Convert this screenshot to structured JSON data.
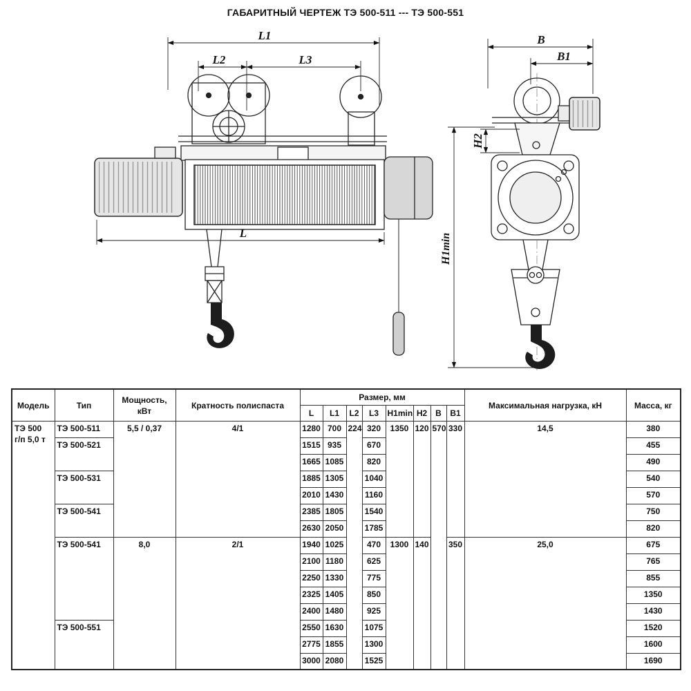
{
  "title": "ГАБАРИТНЫЙ ЧЕРТЕЖ ТЭ 500-511 --- ТЭ 500-551",
  "drawing": {
    "dim_labels": {
      "l1": "L1",
      "l2": "L2",
      "l3": "L3",
      "l": "L",
      "b": "B",
      "b1": "B1",
      "h2": "H2",
      "h1min": "H1min"
    }
  },
  "table": {
    "headers": {
      "model": "Модель",
      "type": "Тип",
      "power": "Мощность, кВт",
      "reeving": "Кратность полиспаста",
      "size": "Размер, мм",
      "max_load": "Максимальная нагрузка, кН",
      "mass": "Масса, кг"
    },
    "size_columns": [
      "L",
      "L1",
      "L2",
      "L3",
      "H1min",
      "H2",
      "B",
      "B1"
    ],
    "rows": [
      [
        {
          "v": "ТЭ 500\nг/п 5,0 т",
          "rs": 15,
          "cls": "left",
          "n": "model-cell"
        },
        {
          "v": "ТЭ 500-511",
          "cls": "left",
          "n": "type-cell"
        },
        {
          "v": "5,5 / 0,37",
          "rs": 7,
          "n": "power-cell"
        },
        {
          "v": "4/1",
          "rs": 7,
          "n": "reeving-cell"
        },
        {
          "v": "1280"
        },
        {
          "v": "700"
        },
        {
          "v": "224",
          "rs": 15
        },
        {
          "v": "320"
        },
        {
          "v": "1350",
          "rs": 7
        },
        {
          "v": "120",
          "rs": 7
        },
        {
          "v": "570",
          "rs": 15
        },
        {
          "v": "330",
          "rs": 7
        },
        {
          "v": "14,5",
          "rs": 7,
          "n": "max-load-cell"
        },
        {
          "v": "380",
          "n": "mass-cell"
        }
      ],
      [
        {
          "v": "ТЭ 500-521",
          "rs": 2,
          "cls": "left",
          "n": "type-cell"
        },
        {
          "v": "1515"
        },
        {
          "v": "935"
        },
        {
          "v": "670"
        },
        {
          "v": "455",
          "n": "mass-cell"
        }
      ],
      [
        {
          "v": "1665"
        },
        {
          "v": "1085"
        },
        {
          "v": "820"
        },
        {
          "v": "490",
          "n": "mass-cell"
        }
      ],
      [
        {
          "v": "ТЭ 500-531",
          "rs": 2,
          "cls": "left",
          "n": "type-cell"
        },
        {
          "v": "1885"
        },
        {
          "v": "1305"
        },
        {
          "v": "1040"
        },
        {
          "v": "540",
          "n": "mass-cell"
        }
      ],
      [
        {
          "v": "2010"
        },
        {
          "v": "1430"
        },
        {
          "v": "1160"
        },
        {
          "v": "570",
          "n": "mass-cell"
        }
      ],
      [
        {
          "v": "ТЭ 500-541",
          "rs": 2,
          "cls": "left",
          "n": "type-cell"
        },
        {
          "v": "2385"
        },
        {
          "v": "1805"
        },
        {
          "v": "1540"
        },
        {
          "v": "750",
          "n": "mass-cell"
        }
      ],
      [
        {
          "v": "2630"
        },
        {
          "v": "2050"
        },
        {
          "v": "1785"
        },
        {
          "v": "820",
          "n": "mass-cell"
        }
      ],
      [
        {
          "v": "ТЭ 500-541",
          "rs": 5,
          "cls": "left",
          "n": "type-cell"
        },
        {
          "v": "8,0",
          "rs": 8,
          "n": "power-cell"
        },
        {
          "v": "2/1",
          "rs": 8,
          "n": "reeving-cell"
        },
        {
          "v": "1940"
        },
        {
          "v": "1025"
        },
        {
          "v": "470"
        },
        {
          "v": "1300",
          "rs": 8
        },
        {
          "v": "140",
          "rs": 8
        },
        {
          "v": "350",
          "rs": 8
        },
        {
          "v": "25,0",
          "rs": 8,
          "n": "max-load-cell"
        },
        {
          "v": "675",
          "n": "mass-cell"
        }
      ],
      [
        {
          "v": "2100"
        },
        {
          "v": "1180"
        },
        {
          "v": "625"
        },
        {
          "v": "765",
          "n": "mass-cell"
        }
      ],
      [
        {
          "v": "2250"
        },
        {
          "v": "1330"
        },
        {
          "v": "775"
        },
        {
          "v": "855",
          "n": "mass-cell"
        }
      ],
      [
        {
          "v": "2325"
        },
        {
          "v": "1405"
        },
        {
          "v": "850"
        },
        {
          "v": "1350",
          "n": "mass-cell"
        }
      ],
      [
        {
          "v": "2400"
        },
        {
          "v": "1480"
        },
        {
          "v": "925"
        },
        {
          "v": "1430",
          "n": "mass-cell"
        }
      ],
      [
        {
          "v": "ТЭ 500-551",
          "rs": 3,
          "cls": "left",
          "n": "type-cell"
        },
        {
          "v": "2550"
        },
        {
          "v": "1630"
        },
        {
          "v": "1075"
        },
        {
          "v": "1520",
          "n": "mass-cell"
        }
      ],
      [
        {
          "v": "2775"
        },
        {
          "v": "1855"
        },
        {
          "v": "1300"
        },
        {
          "v": "1600",
          "n": "mass-cell"
        }
      ],
      [
        {
          "v": "3000"
        },
        {
          "v": "2080"
        },
        {
          "v": "1525"
        },
        {
          "v": "1690",
          "n": "mass-cell"
        }
      ]
    ]
  }
}
